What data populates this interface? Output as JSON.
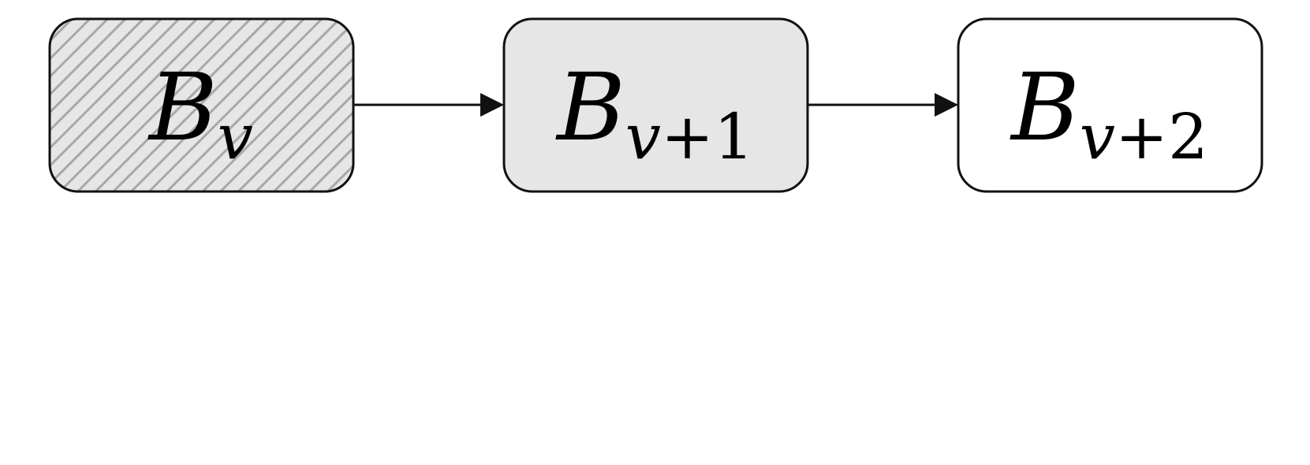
{
  "diagram": {
    "nodes": [
      {
        "id": "node-bv",
        "base": "B",
        "sub_var": "v",
        "sub_rest": "",
        "fill": "hatched",
        "fill_color": "#e6e6e6",
        "hatch_color": "#a8a8a8"
      },
      {
        "id": "node-bv1",
        "base": "B",
        "sub_var": "v",
        "sub_rest": "+1",
        "fill": "solid",
        "fill_color": "#e6e6e6"
      },
      {
        "id": "node-bv2",
        "base": "B",
        "sub_var": "v",
        "sub_rest": "+2",
        "fill": "solid",
        "fill_color": "#ffffff"
      }
    ],
    "edges": [
      {
        "from": "node-bv",
        "to": "node-bv1"
      },
      {
        "from": "node-bv1",
        "to": "node-bv2"
      }
    ],
    "stroke_color": "#111111"
  }
}
